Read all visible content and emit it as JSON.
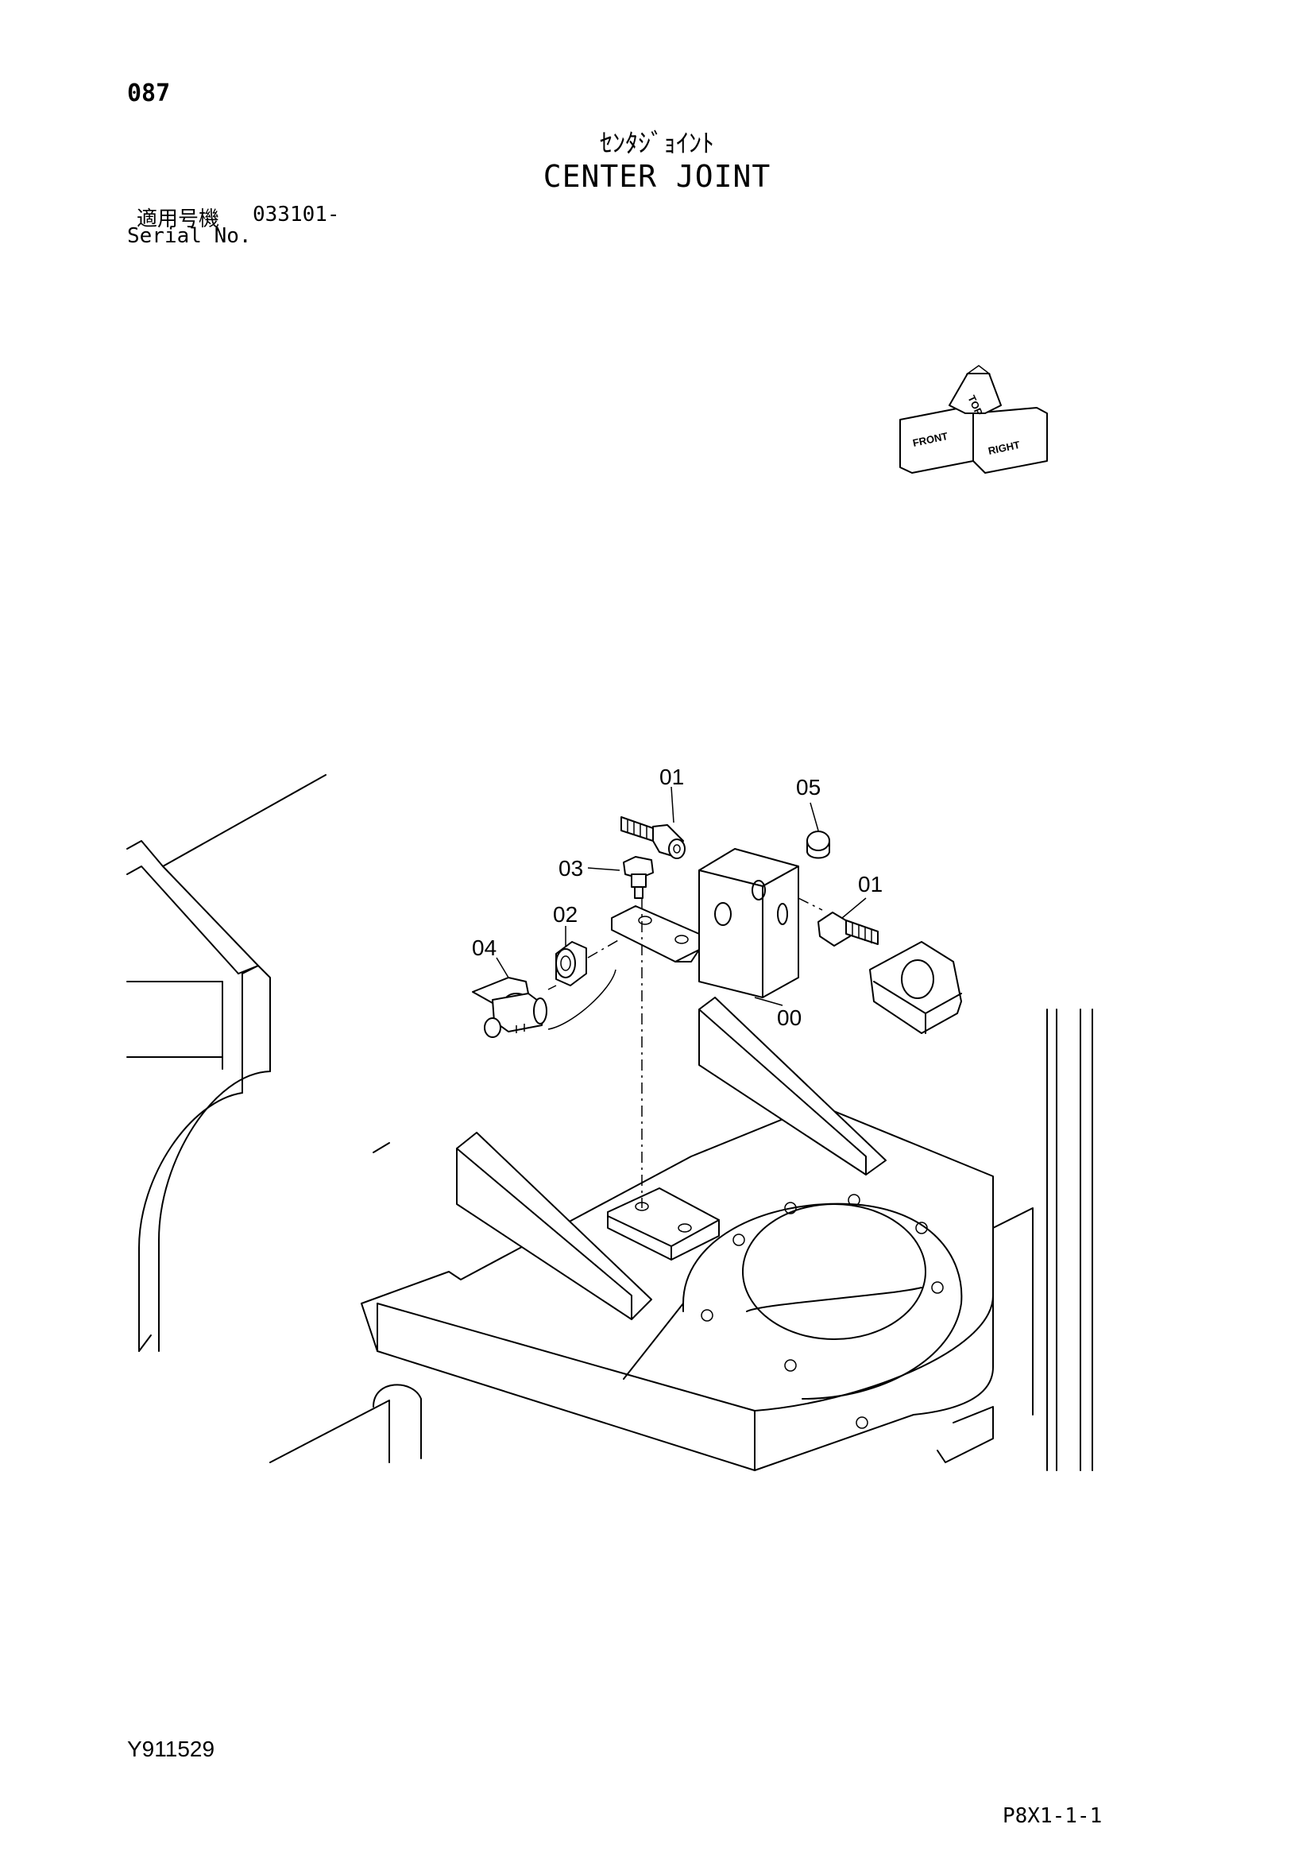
{
  "header": {
    "page_number": "087",
    "title_jp": "ｾﾝﾀｼﾞｮｲﾝﾄ",
    "title_en": "CENTER JOINT",
    "serial_label_jp": "適用号機",
    "serial_range": "033101-",
    "serial_label_en": "Serial No."
  },
  "orientation_indicator": {
    "labels": [
      "FRONT",
      "TOP",
      "RIGHT"
    ]
  },
  "callouts": [
    {
      "id": "00",
      "label": "00"
    },
    {
      "id": "01a",
      "label": "01"
    },
    {
      "id": "01b",
      "label": "01"
    },
    {
      "id": "02",
      "label": "02"
    },
    {
      "id": "03",
      "label": "03"
    },
    {
      "id": "04",
      "label": "04"
    },
    {
      "id": "05",
      "label": "05"
    }
  ],
  "footer": {
    "figure_code": "Y911529",
    "page_code": "P8X1-1-1"
  }
}
